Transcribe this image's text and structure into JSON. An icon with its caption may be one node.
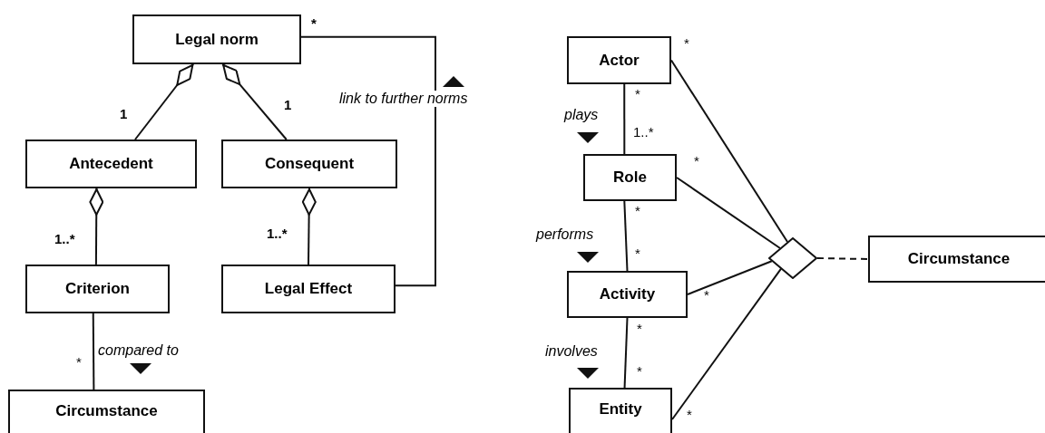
{
  "diagram": {
    "nodes": [
      {
        "text": [
          "Legal norm"
        ]
      },
      {
        "text": [
          "Antecedent"
        ]
      },
      {
        "text": [
          "Consequent"
        ]
      },
      {
        "text": [
          "Criterion"
        ]
      },
      {
        "text": [
          "Legal Effect"
        ]
      },
      {
        "text": [
          "Circumstance"
        ]
      },
      {
        "text": [
          "Actor"
        ]
      },
      {
        "text": [
          "Role"
        ]
      },
      {
        "text": [
          "Activity"
        ]
      },
      {
        "text": [
          "Entity"
        ]
      },
      {
        "text": [],
        "shape": "diamond"
      },
      {
        "text": [
          "Circumstance"
        ]
      }
    ],
    "edges": [
      {
        "from": 0,
        "to": 1,
        "arrow": "other"
      },
      {
        "from": 0,
        "to": 2,
        "arrow": "other"
      },
      {
        "from": 1,
        "to": 3,
        "arrow": "other"
      },
      {
        "from": 2,
        "to": 4,
        "arrow": "other"
      },
      {
        "from": 3,
        "to": 5,
        "arrow": "none",
        "label": "compared to"
      },
      {
        "from": 4,
        "to": 0,
        "arrow": "none",
        "label": "link to further norms"
      },
      {
        "from": 6,
        "to": 7,
        "arrow": "none",
        "label": "plays"
      },
      {
        "from": 7,
        "to": 8,
        "arrow": "none",
        "label": "performs"
      },
      {
        "from": 8,
        "to": 9,
        "arrow": "none",
        "label": "involves"
      },
      {
        "from": 6,
        "to": 10,
        "arrow": "none"
      },
      {
        "from": 7,
        "to": 10,
        "arrow": "none"
      },
      {
        "from": 8,
        "to": 10,
        "arrow": "none"
      },
      {
        "from": 9,
        "to": 10,
        "arrow": "none"
      },
      {
        "from": 10,
        "to": 11,
        "arrow": "none",
        "style": "dashed"
      }
    ],
    "labels": [
      "*",
      "1",
      "1",
      "1..*",
      "1..*",
      "*",
      "*",
      "*",
      "1..*",
      "*",
      "*",
      "*",
      "*",
      "*",
      "*",
      "*"
    ]
  }
}
